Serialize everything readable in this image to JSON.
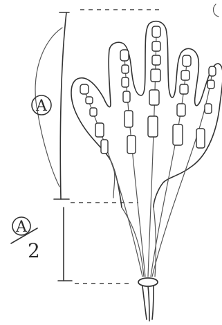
{
  "labels": {
    "full_length": "A",
    "half_length_numerator": "A",
    "half_length_denominator": "2"
  },
  "icons": {
    "full_length_marker": "circled-letter",
    "half_length_marker": "circled-letter-over-two"
  }
}
